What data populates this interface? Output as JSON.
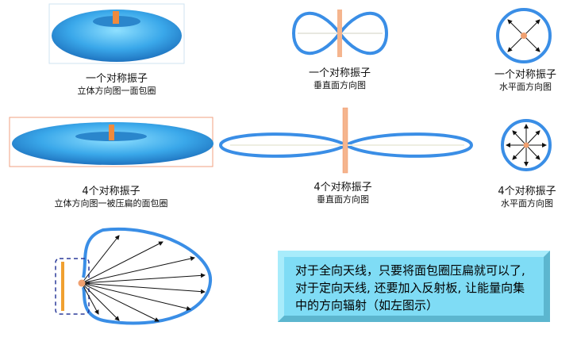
{
  "captions": [
    {
      "title": "一个对称振子",
      "subtitle": "立体方向图一面包圈"
    },
    {
      "title": "一个对称振子",
      "subtitle": "垂直面方向图"
    },
    {
      "title": "一个对称振子",
      "subtitle": "水平面方向图"
    },
    {
      "title": "4个对称振子",
      "subtitle": "立体方向图一被压扁的面包圈"
    },
    {
      "title": "4个对称振子",
      "subtitle": "垂直面方向图"
    },
    {
      "title": "4个对称振子",
      "subtitle": "水平面方向图"
    }
  ],
  "note": "对于全向天线，只要将面包圈压扁就可以了, 对于定向天线, 还要加入反射板, 让能量向集中的方向辐射（如左图示）",
  "colors": {
    "lobe": "#3a8ee6",
    "torus": "#3fa9ec",
    "dipole": "#f0a070",
    "note_bg": "#7fdcf5"
  }
}
